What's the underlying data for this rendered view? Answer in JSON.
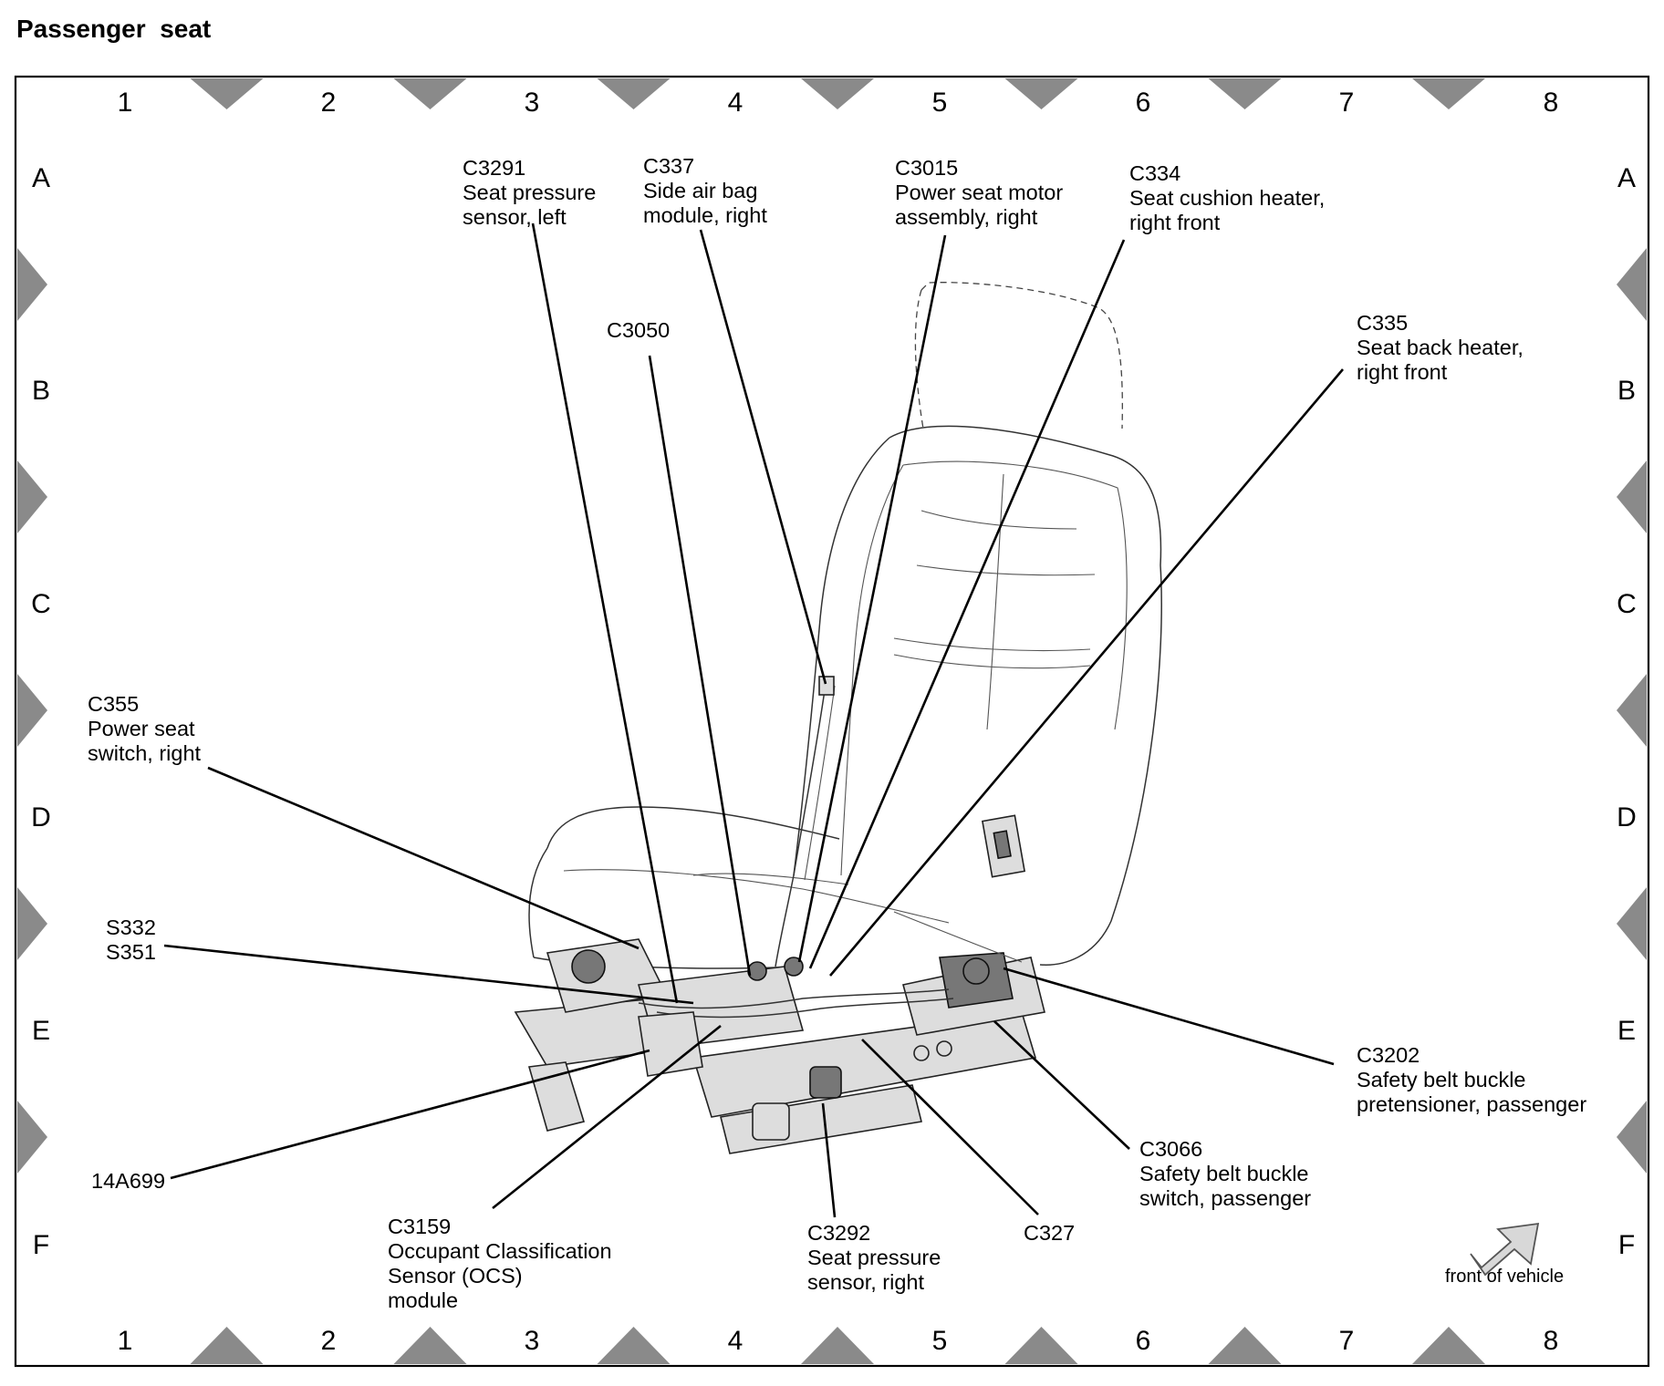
{
  "title": "Passenger  seat",
  "grid": {
    "columns": [
      "1",
      "2",
      "3",
      "4",
      "5",
      "6",
      "7",
      "8"
    ],
    "rows": [
      "A",
      "B",
      "C",
      "D",
      "E",
      "F"
    ]
  },
  "callouts": [
    {
      "id": "c3291",
      "lines": [
        "C3291",
        "Seat pressure",
        "sensor, left"
      ]
    },
    {
      "id": "c337",
      "lines": [
        "C337",
        "Side air bag",
        "module, right"
      ]
    },
    {
      "id": "c3015",
      "lines": [
        "C3015",
        "Power seat motor",
        "assembly, right"
      ]
    },
    {
      "id": "c334",
      "lines": [
        "C334",
        "Seat cushion heater,",
        "right front"
      ]
    },
    {
      "id": "c3050",
      "lines": [
        "C3050"
      ]
    },
    {
      "id": "c335",
      "lines": [
        "C335",
        "Seat back heater,",
        "right front"
      ]
    },
    {
      "id": "c355",
      "lines": [
        "C355",
        "Power seat",
        "switch, right"
      ]
    },
    {
      "id": "s332",
      "lines": [
        "S332",
        "S351"
      ]
    },
    {
      "id": "c3202",
      "lines": [
        "C3202",
        "Safety belt buckle",
        "pretensioner, passenger"
      ]
    },
    {
      "id": "c3066",
      "lines": [
        "C3066",
        "Safety belt buckle",
        "switch, passenger"
      ]
    },
    {
      "id": "n14a699",
      "lines": [
        "14A699"
      ]
    },
    {
      "id": "c3159",
      "lines": [
        "C3159",
        "Occupant Classification",
        "Sensor (OCS)",
        "module"
      ]
    },
    {
      "id": "c3292",
      "lines": [
        "C3292",
        "Seat pressure",
        "sensor, right"
      ]
    },
    {
      "id": "c327",
      "lines": [
        "C327"
      ]
    }
  ],
  "front_label": "front of vehicle"
}
